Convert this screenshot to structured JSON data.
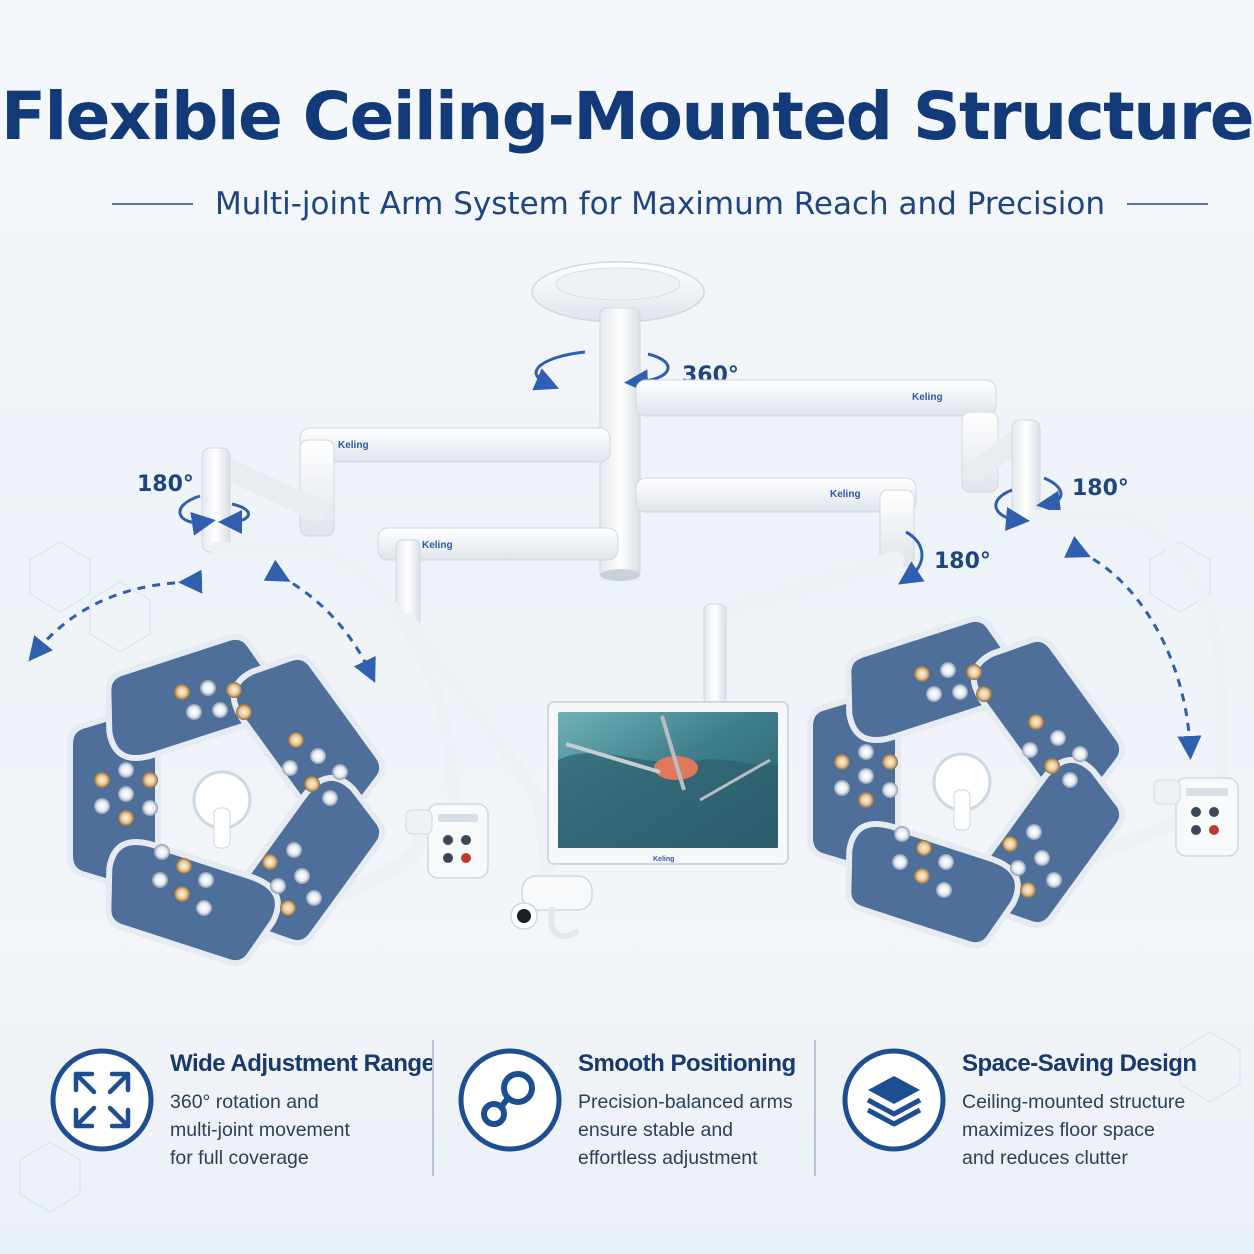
{
  "header": {
    "title": "Flexible Ceiling-Mounted Structure",
    "subtitle": "Multi-joint Arm System for Maximum Reach and Precision"
  },
  "diagram": {
    "rotation_labels": {
      "ceiling": "360°",
      "left_joint": "180°",
      "center_joint": "180°",
      "right_joint": "180°"
    },
    "brand_label": "Keling",
    "colors": {
      "brand_blue": "#123a78",
      "lamp_blue": "#4e6f9a",
      "arrow_blue": "#2f5fae"
    }
  },
  "features": [
    {
      "icon": "expand-arrows-icon",
      "title": "Wide Adjustment Range",
      "description": "360° rotation and\nmulti-joint movement\nfor full coverage"
    },
    {
      "icon": "balance-link-icon",
      "title": "Smooth Positioning",
      "description": "Precision-balanced arms\nensure stable and\neffortless adjustment"
    },
    {
      "icon": "layers-icon",
      "title": "Space-Saving Design",
      "description": "Ceiling-mounted structure\nmaximizes floor space\nand reduces clutter"
    }
  ]
}
